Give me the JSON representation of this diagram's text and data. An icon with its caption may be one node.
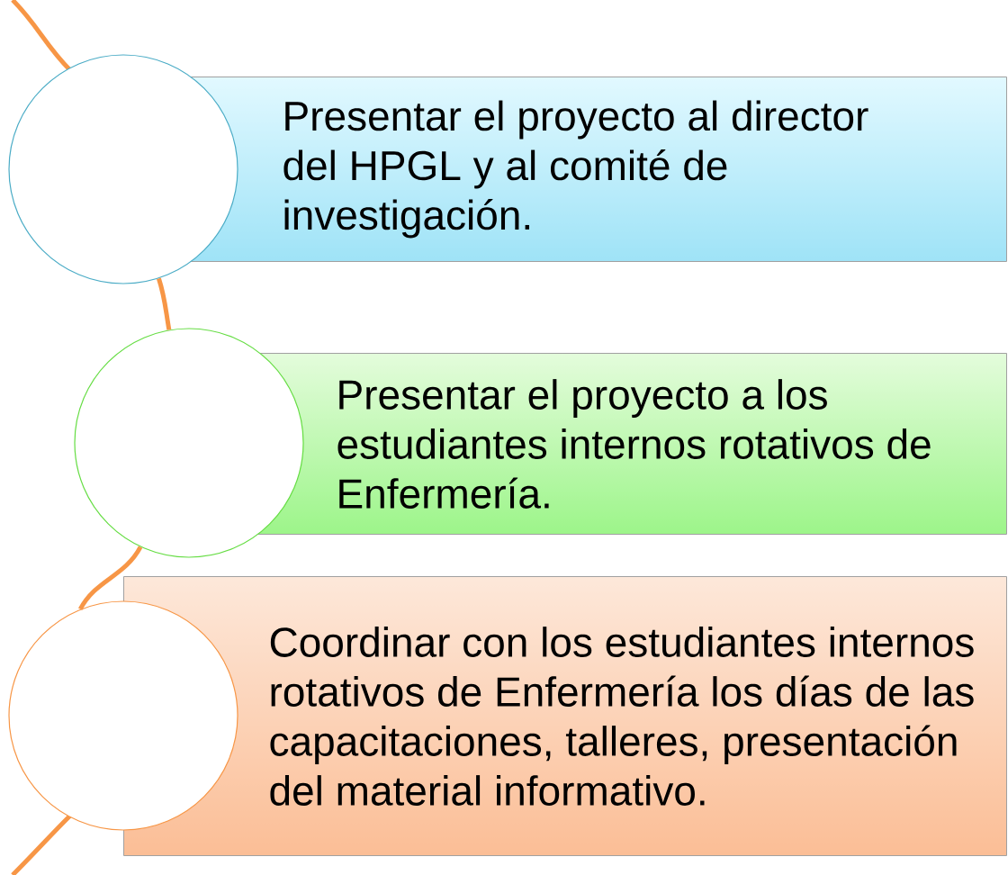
{
  "diagram": {
    "nodes": [
      {
        "text": [],
        "shape": "circle"
      },
      {
        "text": [
          "Presentar el proyecto al director del HPGL y al comité de investigación."
        ]
      },
      {
        "text": [],
        "shape": "circle"
      },
      {
        "text": [
          "Presentar el proyecto a los estudiantes internos rotativos de Enfermería."
        ]
      },
      {
        "text": [],
        "shape": "circle"
      },
      {
        "text": [
          "Coordinar con los estudiantes internos rotativos de Enfermería los días de las capacitaciones, talleres, presentación del material informativo."
        ]
      }
    ],
    "edges": [
      {
        "from": 0,
        "to": 2,
        "arrow": "none"
      },
      {
        "from": 2,
        "to": 4,
        "arrow": "none"
      }
    ]
  }
}
